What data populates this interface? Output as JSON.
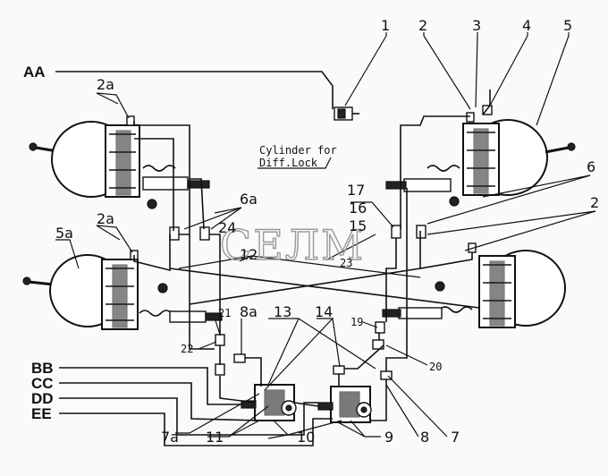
{
  "callouts": {
    "n1": "1",
    "n2_top": "2",
    "n3": "3",
    "n4": "4",
    "n5": "5",
    "n6": "6",
    "n2_right": "2",
    "n2a_top": "2a",
    "n2a_mid": "2a",
    "n5a": "5a",
    "n6a": "6a",
    "n24": "24",
    "n12": "12",
    "n23": "23",
    "n17": "17",
    "n16": "16",
    "n15": "15",
    "n21": "21",
    "n8a": "8a",
    "n13": "13",
    "n14": "14",
    "n22": "22",
    "n19": "19",
    "n20": "20",
    "n7a": "7a",
    "n11": "11",
    "n10": "10",
    "n9": "9",
    "n8": "8",
    "n7": "7"
  },
  "ports": {
    "aa": "AA",
    "bb": "BB",
    "cc": "CC",
    "dd": "DD",
    "ee": "EE"
  },
  "cylinder_note": {
    "line1": "Cylinder for",
    "line2": "Diff.Lock"
  },
  "watermark": "СЕЛМ"
}
